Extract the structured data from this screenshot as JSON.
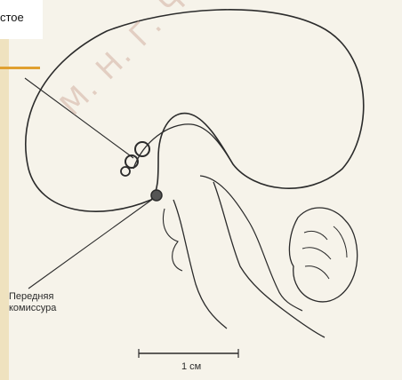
{
  "caption": {
    "text": "стое"
  },
  "figure": {
    "label_anterior_commissure": [
      "Передняя",
      "комиссура"
    ],
    "scale_bar_label": "1 см"
  },
  "watermark": {
    "text": "М. Н. Г. Чернышевско"
  },
  "colors": {
    "background": "#f2e6c6",
    "figure_background": "#f6f3ea",
    "line": "#2b2b2b",
    "accent": "#e0a030"
  }
}
